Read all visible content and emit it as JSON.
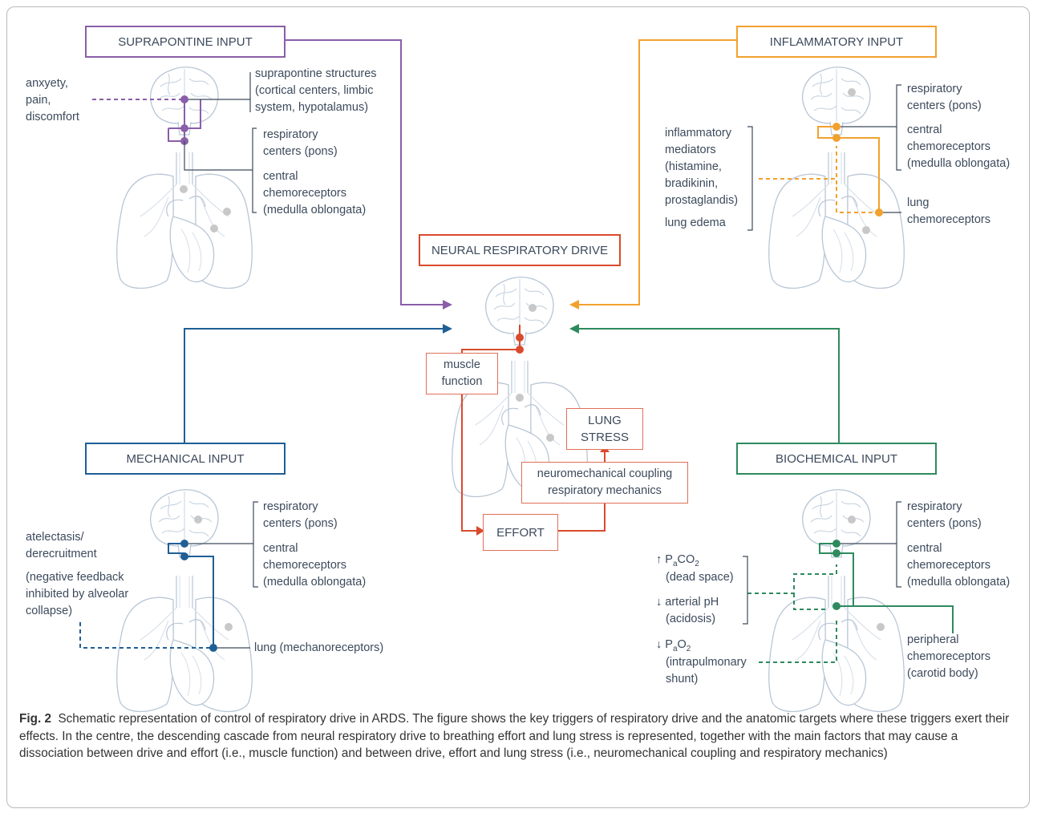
{
  "title_boxes": {
    "supra": "SUPRAPONTINE INPUT",
    "inflam": "INFLAMMATORY INPUT",
    "neural": "NEURAL RESPIRATORY DRIVE",
    "mech": "MECHANICAL INPUT",
    "bio": "BIOCHEMICAL INPUT"
  },
  "supra": {
    "stimuli": "anxyety,\npain,\ndiscomfort",
    "structures": "suprapontine structures\n(cortical centers, limbic\nsystem, hypotalamus)",
    "resp_centers": "respiratory\ncenters (pons)",
    "central_chemo": "central\nchemoreceptors\n(medulla oblongata)"
  },
  "inflam": {
    "mediators": "inflammatory\nmediators\n(histamine,\nbradikinin,\nprostaglandis)",
    "edema": "lung edema",
    "resp_centers": "respiratory\ncenters (pons)",
    "central_chemo": "central\nchemoreceptors\n(medulla oblongata)",
    "lung_chemo": "lung\nchemoreceptors"
  },
  "center": {
    "muscle": "muscle\nfunction",
    "lung_stress": "LUNG\nSTRESS",
    "coupling": "neuromechanical coupling\nrespiratory mechanics",
    "effort": "EFFORT"
  },
  "mech": {
    "atelectasis": "atelectasis/\nderecruitment",
    "feedback": "(negative feedback\ninhibited by alveolar\ncollapse)",
    "resp_centers": "respiratory\ncenters (pons)",
    "central_chemo": "central\nchemoreceptors\n(medulla oblongata)",
    "lung_mech": "lung (mechanoreceptors)"
  },
  "bio": {
    "paco2_label": "↑ P",
    "paco2_sub": "a",
    "paco2_rest": "CO",
    "paco2_sub2": "2",
    "dead_space": "(dead space)",
    "ph": "↓ arterial pH",
    "acidosis": "(acidosis)",
    "pao2_label": "↓ P",
    "pao2_sub": "a",
    "pao2_rest": "O",
    "pao2_sub2": "2",
    "shunt": "(intrapulmonary\nshunt)",
    "resp_centers": "respiratory\ncenters (pons)",
    "central_chemo": "central\nchemoreceptors\n(medulla oblongata)",
    "peripheral": "peripheral\nchemoreceptors\n(carotid body)"
  },
  "caption": {
    "label": "Fig. 2",
    "text": "Schematic representation of control of respiratory drive in ARDS. The figure shows the key triggers of respiratory drive and the anatomic targets where these triggers exert their effects. In the centre, the descending cascade from neural respiratory drive to breathing effort and lung stress is represented, together with the main factors that may cause a dissociation between drive and effort (i.e., muscle function) and between drive, effort and lung stress (i.e., neuromechanical coupling and respiratory mechanics)"
  },
  "colors": {
    "purple": "#8a5ea8",
    "orange": "#f2a12e",
    "blue": "#1f5f96",
    "green": "#2e8a5e",
    "red": "#d94a2c",
    "anatomy": "#b8c6d6"
  }
}
